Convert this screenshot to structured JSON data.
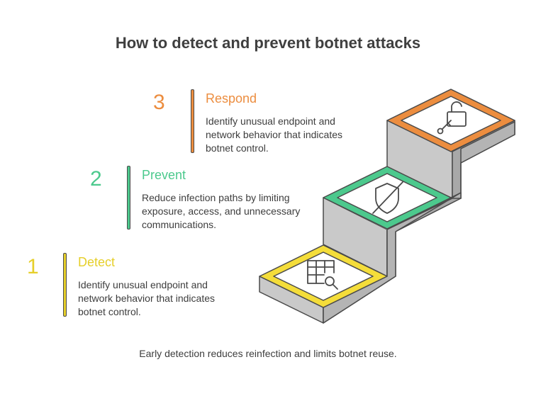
{
  "title": "How to detect and prevent botnet attacks",
  "steps": [
    {
      "number": "1",
      "title": "Detect",
      "description": "Identify unusual endpoint and network behavior that indicates botnet control.",
      "color": "#e6cf2a",
      "icon": "table-search-icon"
    },
    {
      "number": "2",
      "title": "Prevent",
      "description": "Reduce infection paths by limiting exposure, access, and unnecessary communications.",
      "color": "#4cc98d",
      "icon": "shield-off-icon"
    },
    {
      "number": "3",
      "title": "Respond",
      "description": "Identify unusual endpoint and network behavior that indicates botnet control.",
      "color": "#ec8d3f",
      "icon": "unlocked-padlock-key-icon"
    }
  ],
  "footer": "Early detection reduces reinfection and limits botnet reuse."
}
